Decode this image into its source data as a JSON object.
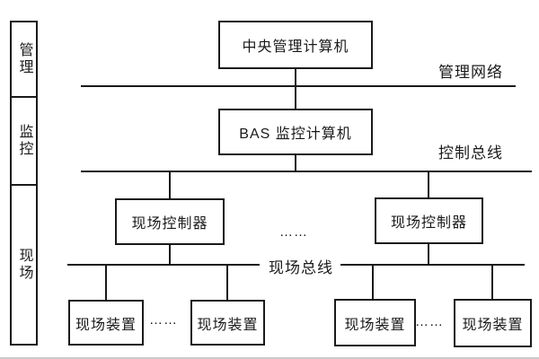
{
  "diagram": {
    "layer_axis": [
      {
        "id": "management",
        "label": "管理"
      },
      {
        "id": "monitoring",
        "label": "监控"
      },
      {
        "id": "field",
        "label": "现场"
      }
    ],
    "nodes": {
      "central_computer": "中央管理计算机",
      "bas_computer": "BAS 监控计算机",
      "field_controller_left": "现场控制器",
      "field_controller_right": "现场控制器",
      "field_device_1": "现场装置",
      "field_device_2": "现场装置",
      "field_device_3": "现场装置",
      "field_device_4": "现场装置"
    },
    "bus_labels": {
      "management_network": "管理网络",
      "control_bus": "控制总线",
      "field_bus": "现场总线"
    },
    "ellipsis": {
      "controllers": "……",
      "devices_left": "……",
      "devices_right": "……"
    },
    "colors": {
      "line": "#1a1a1a",
      "background": "#ffffff",
      "box_fill": "#ffffff"
    }
  }
}
